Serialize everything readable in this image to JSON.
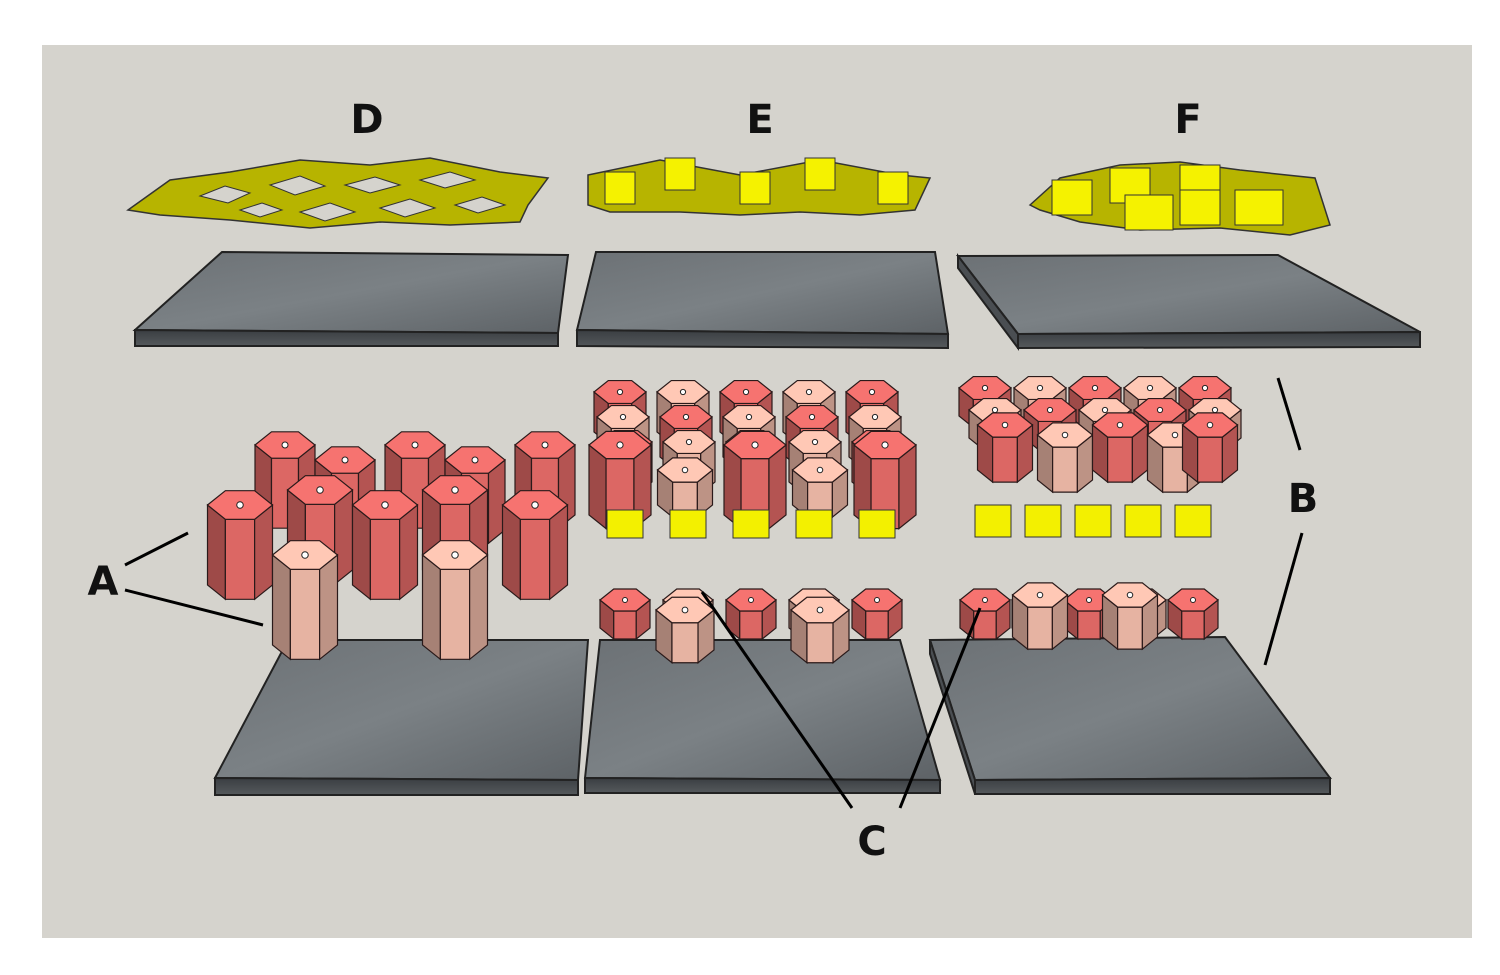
{
  "labels": {
    "a": "A",
    "b": "B",
    "c": "C",
    "d": "D",
    "e": "E",
    "f": "F"
  },
  "colors": {
    "background": "#d5d3cd",
    "slab": "#5f6467",
    "pillar_red": "#dc6764",
    "pillar_pink": "#e6b3a2",
    "sheet_yellow": "#f3f000",
    "sheet_olive": "#b4b200"
  }
}
